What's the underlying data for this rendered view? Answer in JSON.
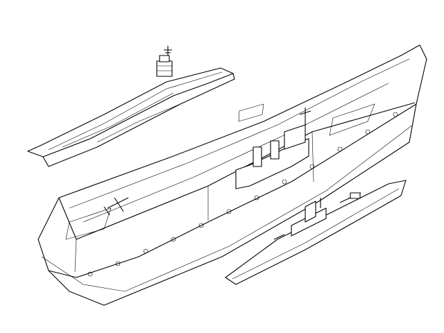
{
  "illustration": {
    "background": "#ffffff",
    "line_color": "#000000",
    "subjects": [
      "small-aircraft-carrier",
      "large-aircraft-carrier",
      "battleship"
    ]
  }
}
